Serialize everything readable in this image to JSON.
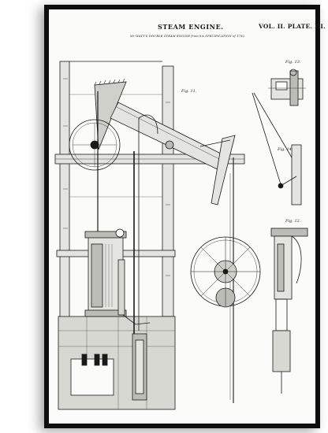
{
  "plate": {
    "title": "STEAM ENGINE.",
    "volume_plate": "VOL. II. PLATE. III.",
    "subtitle": "Mr WATT'S DOUBLE STEAM ENGINE from his SPECIFICATION of 1782.",
    "figure_labels": {
      "fig_main": "Fig. 11.",
      "fig_valve": "Fig. 13.",
      "fig_governor": "Fig. 14.",
      "fig_cylinder": "Fig. 12."
    }
  },
  "colors": {
    "frame": "#0e0e0e",
    "mat": "#fbfbf9",
    "ink": "#1a1a1a",
    "wood_tone": "#e4e4e0",
    "shade": "#bdbdb8"
  }
}
